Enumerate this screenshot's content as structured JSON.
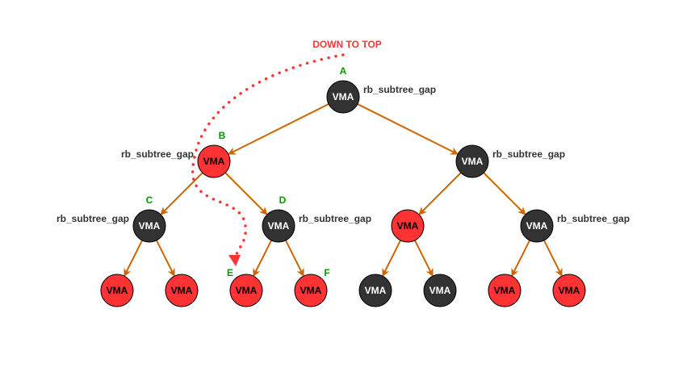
{
  "diagram": {
    "title": "DOWN TO TOP",
    "colors": {
      "black_node": "#333333",
      "red_node": "#ff3333",
      "edge": "#cc6600",
      "path": "#ff3333",
      "letter": "#009900",
      "title": "#ff3333"
    },
    "nodes": [
      {
        "id": "n0",
        "label": "VMA",
        "color": "black",
        "letter": "A",
        "annotation": "rb_subtree_gap"
      },
      {
        "id": "n1",
        "label": "VMA",
        "color": "red",
        "letter": "B",
        "annotation": "rb_subtree_gap"
      },
      {
        "id": "n2",
        "label": "VMA",
        "color": "black",
        "letter": "",
        "annotation": "rb_subtree_gap"
      },
      {
        "id": "n3",
        "label": "VMA",
        "color": "black",
        "letter": "C",
        "annotation": "rb_subtree_gap"
      },
      {
        "id": "n4",
        "label": "VMA",
        "color": "black",
        "letter": "D",
        "annotation": "rb_subtree_gap"
      },
      {
        "id": "n5",
        "label": "VMA",
        "color": "red",
        "letter": "",
        "annotation": ""
      },
      {
        "id": "n6",
        "label": "VMA",
        "color": "black",
        "letter": "",
        "annotation": "rb_subtree_gap"
      },
      {
        "id": "n7",
        "label": "VMA",
        "color": "red",
        "letter": "",
        "annotation": ""
      },
      {
        "id": "n8",
        "label": "VMA",
        "color": "red",
        "letter": "",
        "annotation": ""
      },
      {
        "id": "n9",
        "label": "VMA",
        "color": "red",
        "letter": "E",
        "annotation": ""
      },
      {
        "id": "n10",
        "label": "VMA",
        "color": "red",
        "letter": "F",
        "annotation": ""
      },
      {
        "id": "n11",
        "label": "VMA",
        "color": "black",
        "letter": "",
        "annotation": ""
      },
      {
        "id": "n12",
        "label": "VMA",
        "color": "black",
        "letter": "",
        "annotation": ""
      },
      {
        "id": "n13",
        "label": "VMA",
        "color": "red",
        "letter": "",
        "annotation": ""
      },
      {
        "id": "n14",
        "label": "VMA",
        "color": "red",
        "letter": "",
        "annotation": ""
      }
    ],
    "edges": [
      [
        "n0",
        "n1"
      ],
      [
        "n0",
        "n2"
      ],
      [
        "n1",
        "n3"
      ],
      [
        "n1",
        "n4"
      ],
      [
        "n2",
        "n5"
      ],
      [
        "n2",
        "n6"
      ],
      [
        "n3",
        "n7"
      ],
      [
        "n3",
        "n8"
      ],
      [
        "n4",
        "n9"
      ],
      [
        "n4",
        "n10"
      ],
      [
        "n5",
        "n11"
      ],
      [
        "n5",
        "n12"
      ],
      [
        "n6",
        "n13"
      ],
      [
        "n6",
        "n14"
      ]
    ],
    "traversal_path": {
      "from": "A",
      "to": "E",
      "direction": "DOWN TO TOP"
    }
  }
}
